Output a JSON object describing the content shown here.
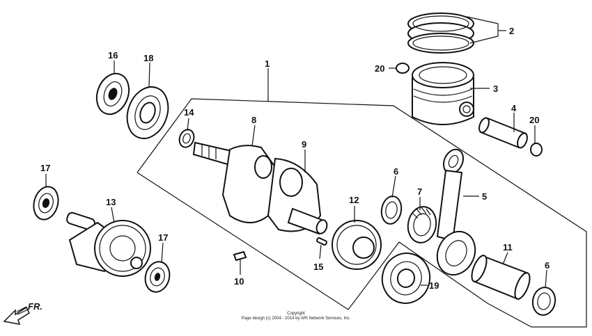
{
  "diagram": {
    "callouts": [
      {
        "id": "c1",
        "label": "1"
      },
      {
        "id": "c2",
        "label": "2"
      },
      {
        "id": "c3",
        "label": "3"
      },
      {
        "id": "c4",
        "label": "4"
      },
      {
        "id": "c5",
        "label": "5"
      },
      {
        "id": "c6a",
        "label": "6"
      },
      {
        "id": "c6b",
        "label": "6"
      },
      {
        "id": "c7",
        "label": "7"
      },
      {
        "id": "c8",
        "label": "8"
      },
      {
        "id": "c9",
        "label": "9"
      },
      {
        "id": "c10",
        "label": "10"
      },
      {
        "id": "c11",
        "label": "11"
      },
      {
        "id": "c12",
        "label": "12"
      },
      {
        "id": "c13",
        "label": "13"
      },
      {
        "id": "c14",
        "label": "14"
      },
      {
        "id": "c15",
        "label": "15"
      },
      {
        "id": "c16",
        "label": "16"
      },
      {
        "id": "c17a",
        "label": "17"
      },
      {
        "id": "c17b",
        "label": "17"
      },
      {
        "id": "c18",
        "label": "18"
      },
      {
        "id": "c19",
        "label": "19"
      },
      {
        "id": "c20a",
        "label": "20"
      },
      {
        "id": "c20b",
        "label": "20"
      }
    ],
    "direction_label": "FR.",
    "copyright_title": "Copyright",
    "copyright_line": "Page design (c) 2004 - 2014 by ARI Network Services, Inc."
  }
}
